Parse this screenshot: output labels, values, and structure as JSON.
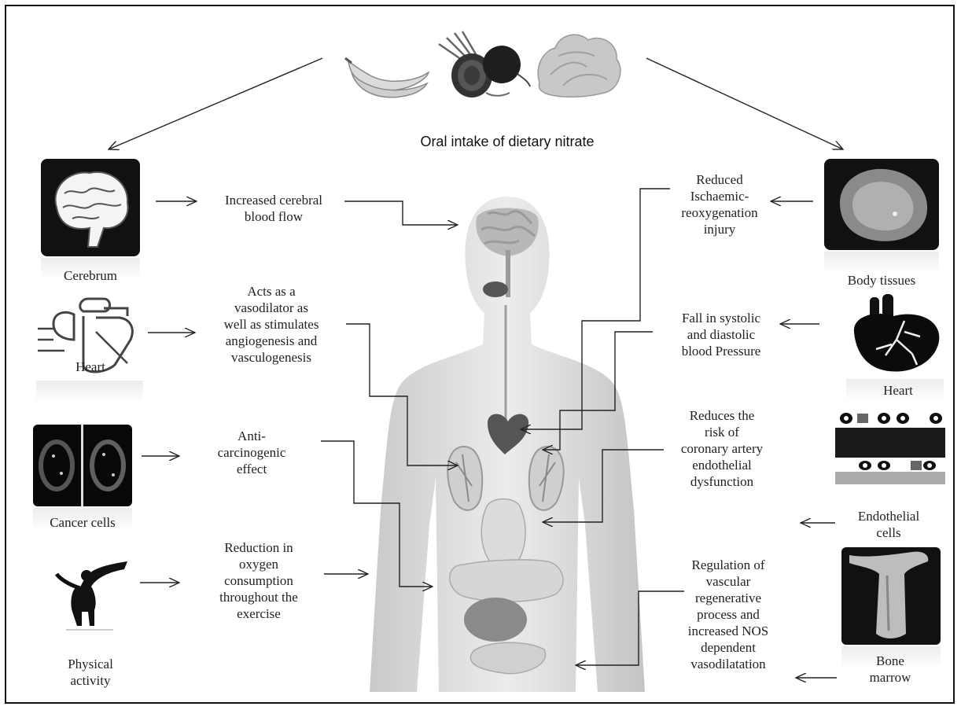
{
  "title": "Oral intake of dietary nitrate",
  "left": [
    {
      "icon": "cerebrum-icon",
      "label": "Cerebrum",
      "effect": [
        "Increased cerebral",
        "blood flow"
      ]
    },
    {
      "icon": "heart-vessels-icon",
      "label": "Heart",
      "effect": [
        "Acts  as a",
        "vasodilator as",
        "well as stimulates",
        "angiogenesis and",
        "vasculogenesis"
      ]
    },
    {
      "icon": "cancer-cells-icon",
      "label": "Cancer cells",
      "effect": [
        "Anti-",
        "carcinogenic",
        "effect"
      ]
    },
    {
      "icon": "physical-activity-icon",
      "label": [
        "Physical",
        "activity"
      ],
      "effect": [
        "Reduction in",
        "oxygen",
        "consumption",
        "throughout the",
        "exercise"
      ]
    }
  ],
  "right": [
    {
      "icon": "body-tissue-icon",
      "label": "Body tissues",
      "effect": [
        "Reduced",
        "Ischaemic-",
        "reoxygenation",
        "injury"
      ]
    },
    {
      "icon": "heart-icon",
      "label": "Heart",
      "effect": [
        "Fall in systolic",
        "and diastolic",
        "blood Pressure"
      ]
    },
    {
      "icon": "endothelial-cells-icon",
      "label": [
        "Endothelial",
        "cells"
      ],
      "effect": [
        "Reduces the",
        "risk of",
        "coronary artery",
        "endothelial",
        "dysfunction"
      ]
    },
    {
      "icon": "bone-marrow-icon",
      "label": [
        "Bone",
        "marrow"
      ],
      "effect": [
        "Regulation of",
        "vascular",
        "regenerative",
        "process and",
        "increased NOS",
        "dependent",
        "vasodilatation"
      ]
    }
  ]
}
